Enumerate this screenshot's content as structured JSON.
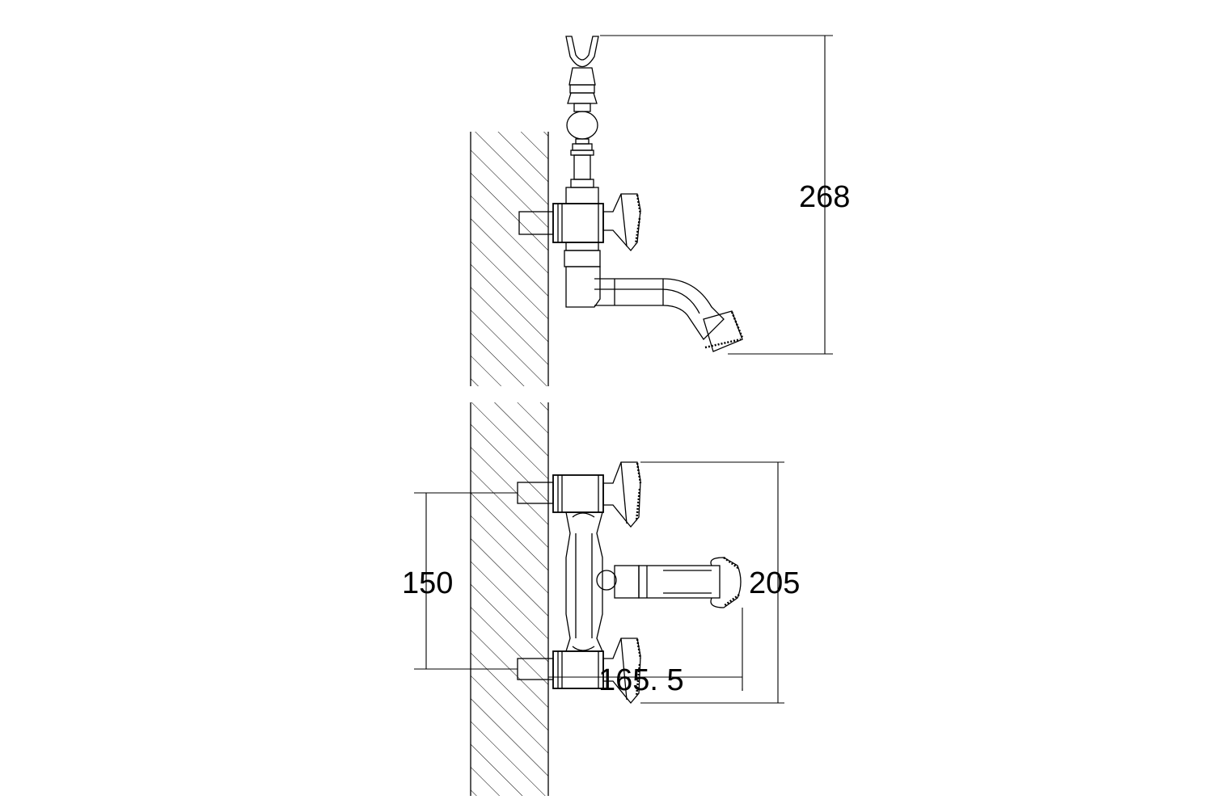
{
  "dimensions": {
    "overall_height": "268",
    "valve_spacing": "150",
    "handle_span": "205",
    "projection": "165. 5"
  }
}
